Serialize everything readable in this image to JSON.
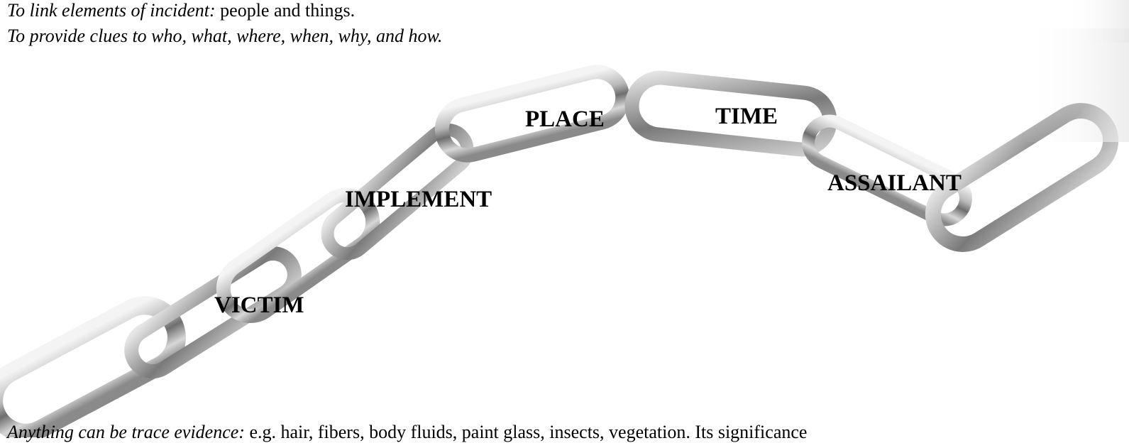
{
  "intro": {
    "line1_lead": "To link elements of incident:",
    "line1_rest": "people and things.",
    "line2": "To provide clues to who, what, where, when, why, and how."
  },
  "chain_labels": {
    "victim": "VICTIM",
    "implement": "IMPLEMENT",
    "place": "PLACE",
    "time": "TIME",
    "assailant": "ASSAILANT"
  },
  "footer": {
    "lead": "Anything can be trace evidence:",
    "rest": "e.g. hair, fibers, body fluids, paint glass, insects, vegetation.  Its significance"
  }
}
